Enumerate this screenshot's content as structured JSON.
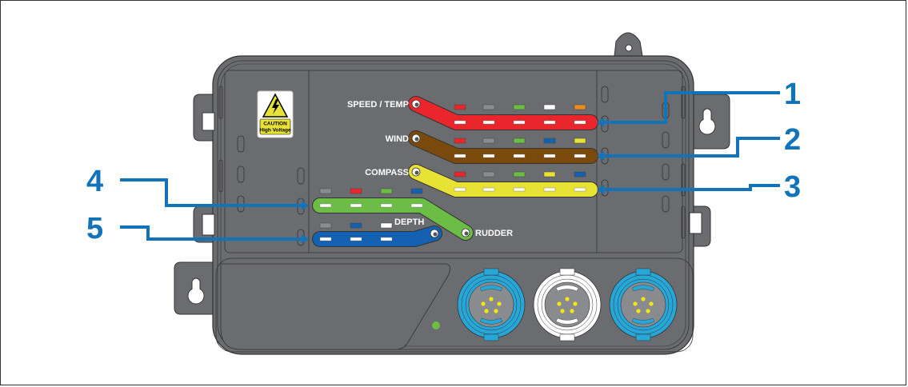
{
  "diagram": {
    "warning_label": {
      "line1": "CAUTION",
      "line2": "High Voltage",
      "icon": "high-voltage-warning-icon"
    },
    "buses": [
      {
        "id": 1,
        "name": "SPEED / TEMP",
        "color": "#e8262b",
        "wire_colors": [
          "#e8262b",
          "#8a8c8e",
          "#6cbd45",
          "#ffffff",
          "#ee8a23"
        ],
        "callout": "1"
      },
      {
        "id": 2,
        "name": "WIND",
        "color": "#7a4a0c",
        "wire_colors": [
          "#e8262b",
          "#8a8c8e",
          "#6cbd45",
          "#1361b0",
          "#e7e233"
        ],
        "callout": "2"
      },
      {
        "id": 3,
        "name": "COMPASS",
        "color": "#e7e233",
        "wire_colors": [
          "#e8262b",
          "#8a8c8e",
          "#6cbd45",
          "#e7e233",
          "#1361b0"
        ],
        "callout": "3"
      },
      {
        "id": 4,
        "name": "RUDDER",
        "color": "#6cbd45",
        "wire_colors": [
          "#8a8c8e",
          "#e8262b",
          "#6cbd45",
          "#1361b0"
        ],
        "callout": "4"
      },
      {
        "id": 5,
        "name": "DEPTH",
        "color": "#1361b0",
        "wire_colors": [
          "#8a8c8e",
          "#1361b0",
          "#ffffff"
        ],
        "callout": "5"
      }
    ],
    "connectors": [
      {
        "name": "connector-1",
        "color": "#27a7d8"
      },
      {
        "name": "connector-2",
        "color": "#ffffff"
      },
      {
        "name": "connector-3",
        "color": "#27a7d8"
      }
    ],
    "status_led_color": "#6cbd45",
    "callout_color": "#1273b9",
    "housing_color": "#6b6c6f"
  }
}
